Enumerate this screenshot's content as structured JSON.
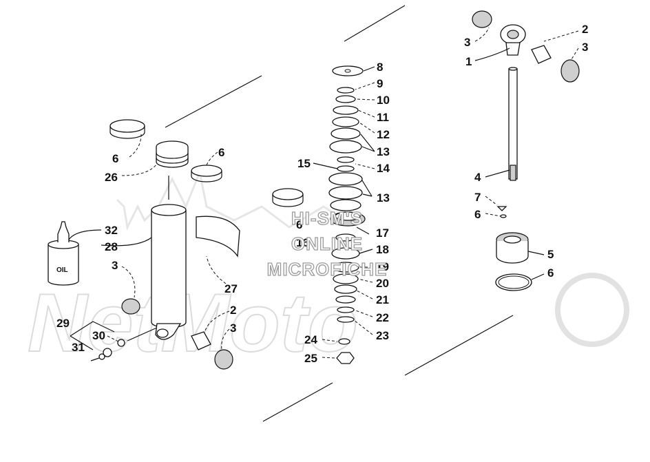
{
  "watermark": {
    "line1": "HI-SM'S",
    "line2": "ONLINE",
    "line3": "MICROFICHE",
    "brand": "NetMoto"
  },
  "oil_bottle_label": "OIL",
  "callouts": {
    "c6a": "6",
    "c26": "26",
    "c6b": "6",
    "c32": "32",
    "c28": "28",
    "c3a": "3",
    "c27": "27",
    "c2a": "2",
    "c3b": "3",
    "c29": "29",
    "c30": "30",
    "c31": "31",
    "c8": "8",
    "c9": "9",
    "c10": "10",
    "c11": "11",
    "c12": "12",
    "c13a": "13",
    "c15": "15",
    "c14": "14",
    "c13b": "13",
    "c6c": "6",
    "c16": "16",
    "c17": "17",
    "c18": "18",
    "c19": "19",
    "c20": "20",
    "c21": "21",
    "c22": "22",
    "c23": "23",
    "c24": "24",
    "c25": "25",
    "c3c": "3",
    "c2b": "2",
    "c3d": "3",
    "c1": "1",
    "c4": "4",
    "c7": "7",
    "c6d": "6",
    "c5": "5",
    "c6e": "6"
  }
}
